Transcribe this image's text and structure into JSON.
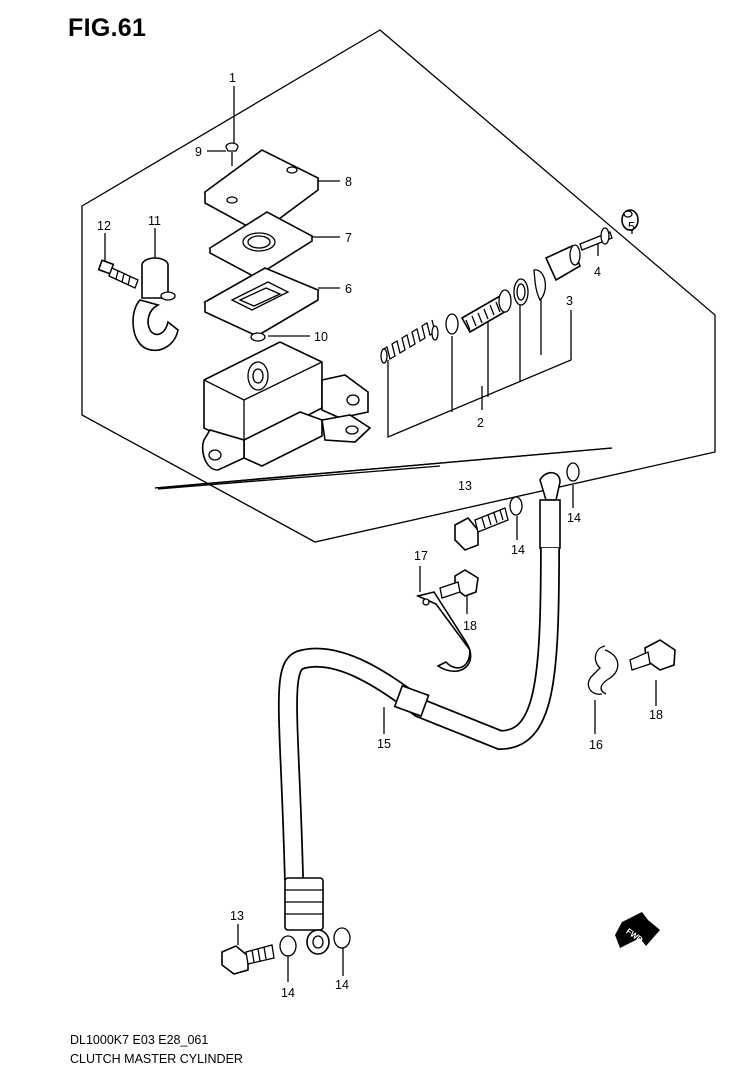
{
  "figure": {
    "title": "FIG.61",
    "code": "DL1000K7 E03 E28_061",
    "name": "CLUTCH MASTER CYLINDER"
  },
  "callouts": {
    "c1": "1",
    "c2": "2",
    "c3": "3",
    "c4": "4",
    "c5": "5",
    "c6": "6",
    "c7": "7",
    "c8": "8",
    "c9": "9",
    "c10": "10",
    "c11": "11",
    "c12": "12",
    "c13a": "13",
    "c13b": "13",
    "c14a": "14",
    "c14b": "14",
    "c14c": "14",
    "c14d": "14",
    "c15": "15",
    "c16": "16",
    "c17": "17",
    "c18a": "18",
    "c18b": "18"
  },
  "fwd_label": "FWD"
}
